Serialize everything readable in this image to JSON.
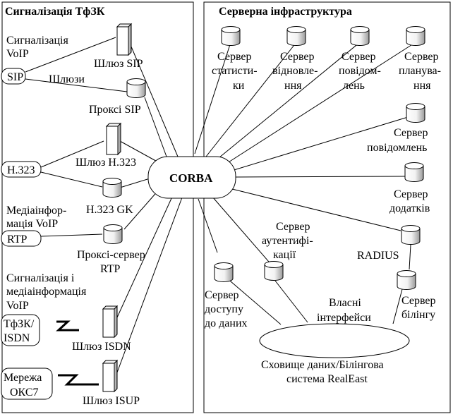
{
  "left_panel": {
    "title": "Сигналізація ТфЗК",
    "sections": {
      "voip_signaling": [
        "Сигналізація",
        "VoIP"
      ],
      "gateways": "Шлюзи",
      "voip_media": [
        "Медіаінфор-",
        "мація VoIP"
      ],
      "signaling_media": [
        "Сигналізація і",
        "медіаінформація",
        "VoIP"
      ]
    },
    "protocols": {
      "sip": "SIP",
      "h323": "H.323",
      "rtp": "RTP",
      "pstn": [
        "ТфЗК/",
        "ISDN"
      ],
      "ss7": [
        "Мережа",
        "ОКС7"
      ]
    },
    "devices": {
      "sip_gateway": "Шлюз SIP",
      "sip_proxy": "Проксі SIP",
      "h323_gateway": "Шлюз H.323",
      "h323_gk": "H.323 GK",
      "rtp_proxy": [
        "Проксі-сервер",
        "RTP"
      ],
      "isdn_gateway": "Шлюз ISDN",
      "isup_gateway": "Шлюз ISUP"
    }
  },
  "right_panel": {
    "title": "Серверна інфраструктура",
    "servers": {
      "statistics": [
        "Сервер",
        "статисти-",
        "ки"
      ],
      "recovery": [
        "Сервер",
        "відновле-",
        "ння"
      ],
      "messages_top": [
        "Сервер",
        "повідом-",
        "лень"
      ],
      "planning": [
        "Сервер",
        "планува-",
        "ння"
      ],
      "messages": [
        "Сервер",
        "повідомлень"
      ],
      "apps": [
        "Сервер",
        "додатків"
      ],
      "auth": [
        "Сервер",
        "аутентифі-",
        "кації"
      ],
      "radius": "RADIUS",
      "data_access": [
        "Сервер",
        "доступу",
        "до даних"
      ],
      "billing": [
        "Сервер",
        "білінгу"
      ]
    },
    "own_interfaces": [
      "Власні",
      "інтерфейси"
    ],
    "storage": [
      "Сховище даних/Білінгова",
      "система RealEast"
    ]
  },
  "hub": "CORBA"
}
